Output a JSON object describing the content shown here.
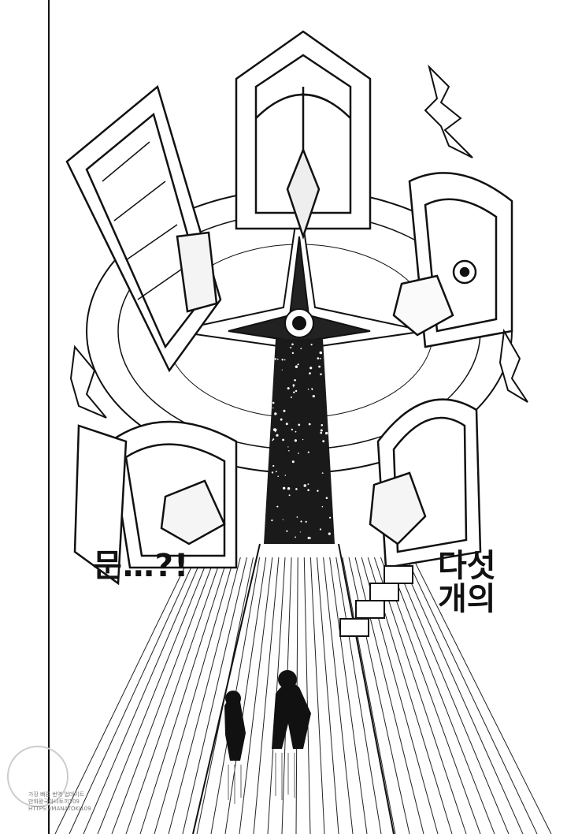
{
  "page": {
    "scene": "manga panel",
    "colors": {
      "ink": "#111111",
      "paper": "#ffffff",
      "tone": "#1a1a1a"
    }
  },
  "dialogue": {
    "left": "문…?!",
    "right_line1": "다섯",
    "right_line2": "개의"
  },
  "watermark": {
    "line1": "가장 빠른 번역 업데이트",
    "line2": "만화왕국마나토끼109",
    "line3": "HTTPS://MANATOKI109.NET"
  }
}
